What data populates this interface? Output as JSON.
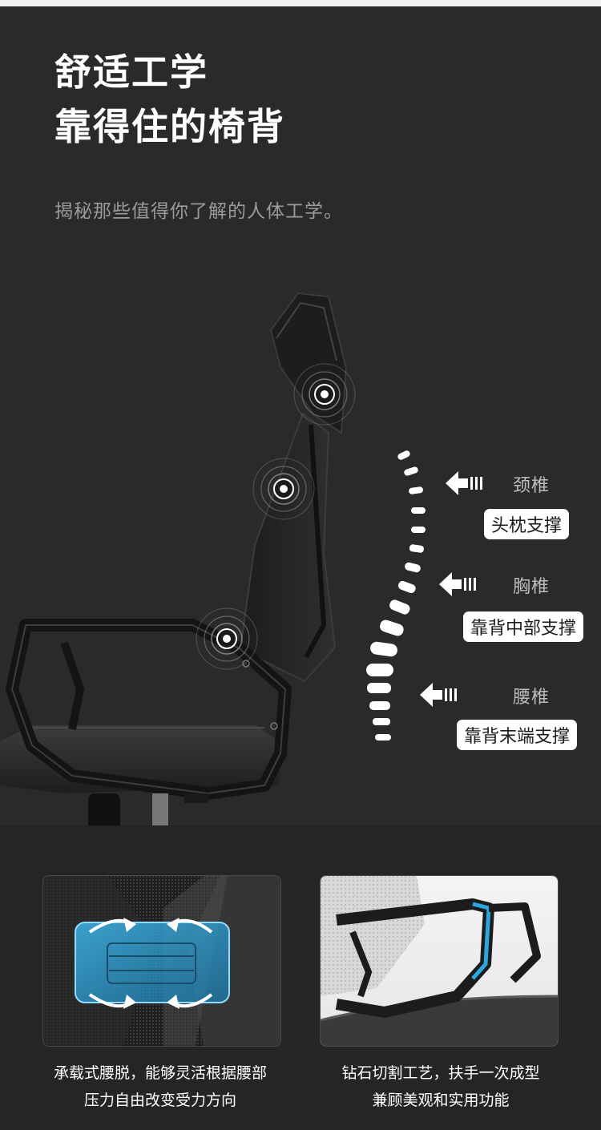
{
  "header": {
    "title_line1": "舒适工学",
    "title_line2": "靠得住的椅背",
    "subtitle": "揭秘那些值得你了解的人体工学。"
  },
  "spine_labels": [
    {
      "zone": "颈椎",
      "support": "头枕支撑"
    },
    {
      "zone": "胸椎",
      "support": "靠背中部支撑"
    },
    {
      "zone": "腰椎",
      "support": "靠背末端支撑"
    }
  ],
  "features": [
    {
      "caption_line1": "承载式腰脱，能够灵活根据腰部",
      "caption_line2": "压力自由改变受力方向",
      "image": "lumbar-support-detail"
    },
    {
      "caption_line1": "钻石切割工艺，扶手一次成型",
      "caption_line2": "兼顾美观和实用功能",
      "image": "armrest-detail"
    }
  ],
  "colors": {
    "background": "#2a2a2a",
    "accent_blue": "#2aa8e0",
    "text": "#ffffff",
    "muted": "#9a9a9a"
  }
}
